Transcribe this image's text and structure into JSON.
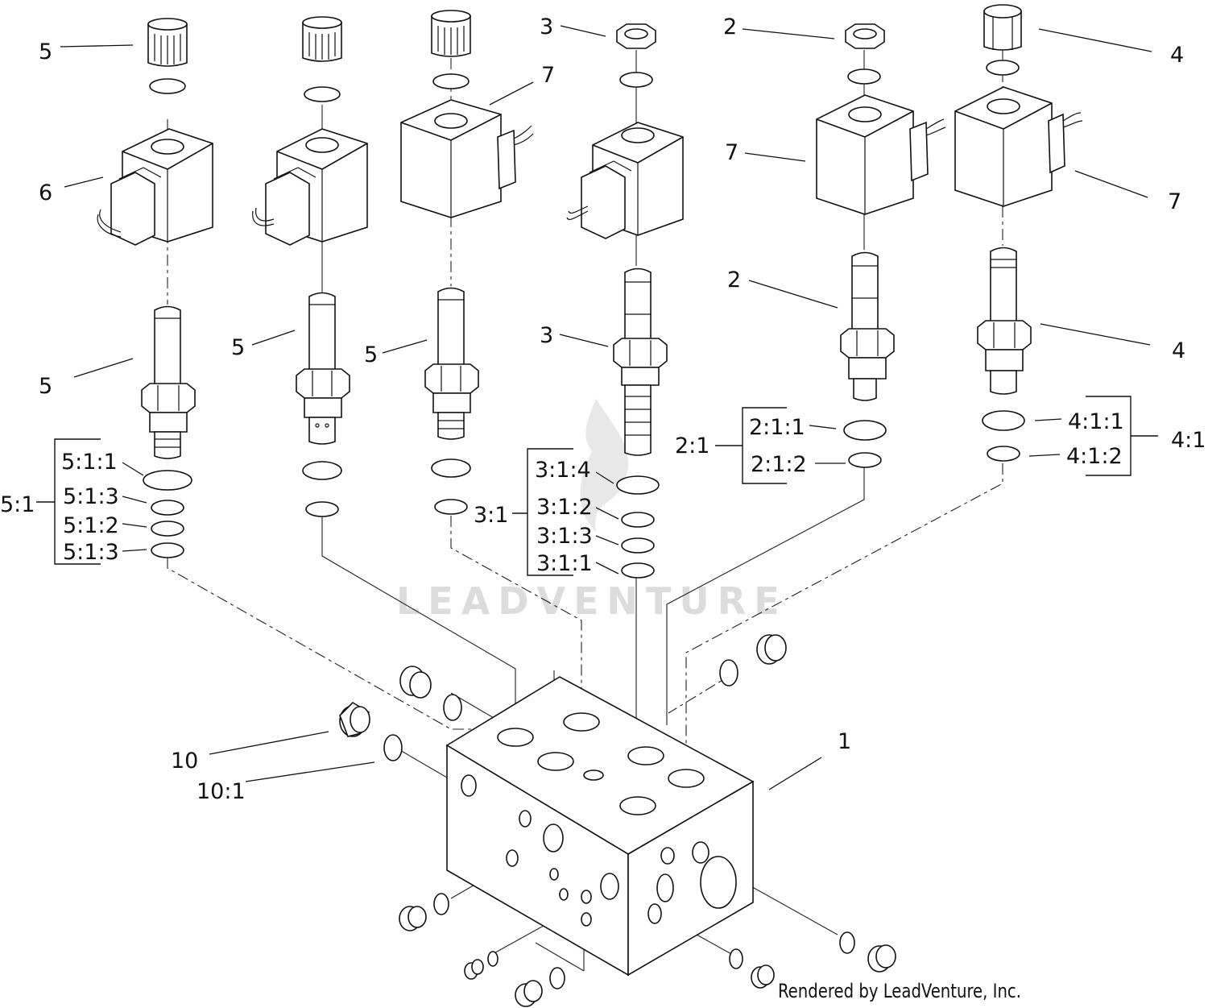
{
  "labels": {
    "l_5_cap": "5",
    "l_6": "6",
    "l_5_a": "5",
    "l_5_b": "5",
    "l_5_c": "5",
    "l_7_a": "7",
    "l_3_top": "3",
    "l_3_mid": "3",
    "l_2_top": "2",
    "l_7_b": "7",
    "l_2_mid": "2",
    "l_4_top": "4",
    "l_7_c": "7",
    "l_4_mid": "4",
    "l_5_1": "5:1",
    "l_5_1_1": "5:1:1",
    "l_5_1_3a": "5:1:3",
    "l_5_1_2": "5:1:2",
    "l_5_1_3b": "5:1:3",
    "l_3_1": "3:1",
    "l_3_1_4": "3:1:4",
    "l_3_1_2": "3:1:2",
    "l_3_1_3": "3:1:3",
    "l_3_1_1": "3:1:1",
    "l_2_1": "2:1",
    "l_2_1_1": "2:1:1",
    "l_2_1_2": "2:1:2",
    "l_4_1": "4:1",
    "l_4_1_1": "4:1:1",
    "l_4_1_2": "4:1:2",
    "l_10": "10",
    "l_10_1": "10:1",
    "l_1": "1"
  },
  "watermark": "LEADVENTURE",
  "footer": "Rendered by LeadVenture, Inc."
}
